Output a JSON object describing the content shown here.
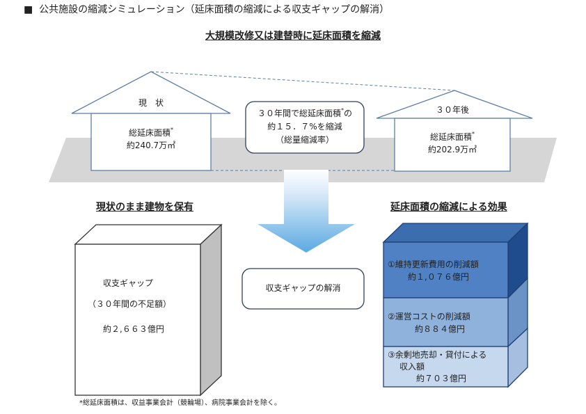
{
  "header": {
    "marker": "■",
    "title": "公共施設の縮減シミュレーション（延床面積の縮減による収支ギャップの解消）"
  },
  "subtitle": "大規模改修又は建替時に延床面積を縮減",
  "current_house": {
    "label": "現　状",
    "area_label": "総延床面積",
    "asterisk": "*",
    "area_value": "約240.7万㎡"
  },
  "future_house": {
    "label": "３０年後",
    "area_label": "総延床面積",
    "asterisk": "*",
    "area_value": "約202.9万㎡"
  },
  "reduction_box": {
    "line1": "３０年間で総延床面積",
    "asterisk": "*",
    "line1_suffix": "の",
    "line2": "約１５．７%を縮減",
    "line3": "（総量縮減率）"
  },
  "left_section": {
    "heading": "現状のまま建物を保有",
    "box_line1": "収支ギャップ",
    "box_line2": "（３０年間の不足額）",
    "box_line3": "約２,６６３億円"
  },
  "center_box": {
    "label": "収支ギャップの解消"
  },
  "right_section": {
    "heading": "延床面積の縮減による効果",
    "items": [
      {
        "line1": "①維持更新費用の削減額",
        "line2": "約１,０７６億円",
        "color": "#4f81c4"
      },
      {
        "line1": "②運営コストの削減額",
        "line2": "約８８４億円",
        "color": "#8fb2dc"
      },
      {
        "line1": "③余剰地売却・貸付による",
        "line2": "収入額",
        "line3": "約７０３億円",
        "color": "#c6d8ee"
      }
    ]
  },
  "footnote": "*総延床面積は、収益事業会計（競輪場）、病院事業会計を除く。"
}
